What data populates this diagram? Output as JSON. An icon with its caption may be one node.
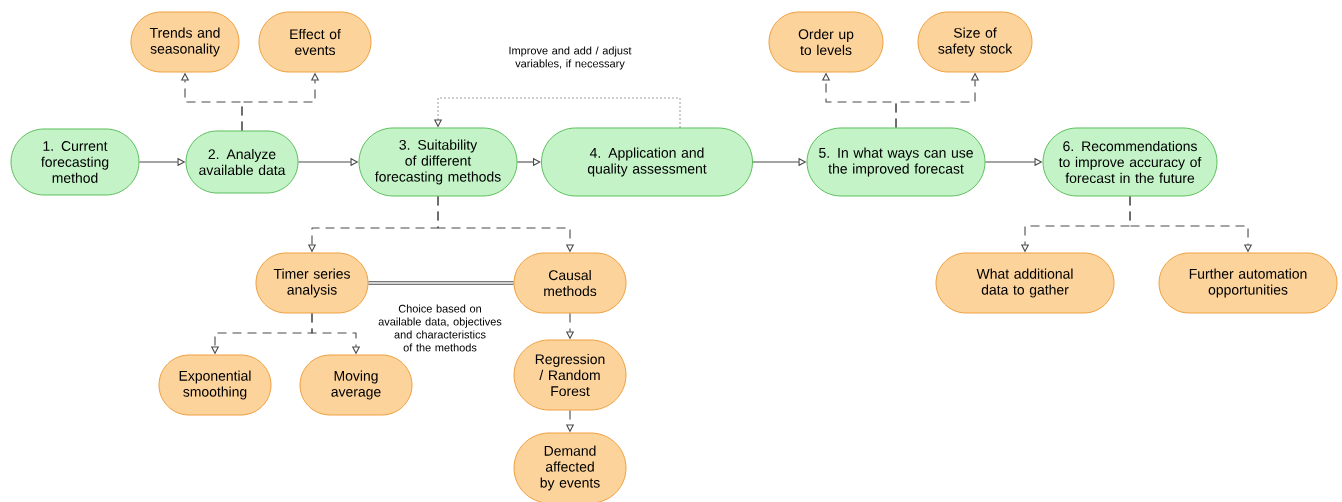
{
  "diagram": {
    "nodes": [
      {
        "text": [
          "1. Current forecasting method"
        ]
      },
      {
        "text": [
          "2. Analyze available data"
        ]
      },
      {
        "text": [
          "3. Suitability of different forecasting methods"
        ]
      },
      {
        "text": [
          "4. Application and quality assessment"
        ]
      },
      {
        "text": [
          "5. In what ways can use the improved forecast"
        ]
      },
      {
        "text": [
          "6. Recommendations to improve accuracy of forecast in the future"
        ]
      },
      {
        "text": [
          "Trends and seasonality"
        ]
      },
      {
        "text": [
          "Effect of events"
        ]
      },
      {
        "text": [
          "Order up to levels"
        ]
      },
      {
        "text": [
          "Size of safety stock"
        ]
      },
      {
        "text": [
          "Timer series analysis"
        ]
      },
      {
        "text": [
          "Causal methods"
        ]
      },
      {
        "text": [
          "Exponential smoothing"
        ]
      },
      {
        "text": [
          "Moving average"
        ]
      },
      {
        "text": [
          "Regression / Random Forest"
        ]
      },
      {
        "text": [
          "Demand affected by events"
        ]
      },
      {
        "text": [
          "What additional data to gather"
        ]
      },
      {
        "text": [
          "Further automation opportunities"
        ]
      }
    ],
    "edges": [
      {
        "from": 0,
        "to": 1,
        "arrow": "to"
      },
      {
        "from": 1,
        "to": 2,
        "arrow": "to"
      },
      {
        "from": 2,
        "to": 3,
        "arrow": "to"
      },
      {
        "from": 3,
        "to": 4,
        "arrow": "to"
      },
      {
        "from": 4,
        "to": 5,
        "arrow": "to"
      },
      {
        "from": 1,
        "to": 6,
        "arrow": "to",
        "style": "dashed"
      },
      {
        "from": 1,
        "to": 7,
        "arrow": "to",
        "style": "dashed"
      },
      {
        "from": 3,
        "to": 2,
        "arrow": "to",
        "style": "dashed",
        "label": "Improve and add / adjust variables, if necessary"
      },
      {
        "from": 4,
        "to": 8,
        "arrow": "to",
        "style": "dashed"
      },
      {
        "from": 4,
        "to": 9,
        "arrow": "to",
        "style": "dashed"
      },
      {
        "from": 2,
        "to": 10,
        "arrow": "to",
        "style": "dashed"
      },
      {
        "from": 2,
        "to": 11,
        "arrow": "to",
        "style": "dashed"
      },
      {
        "from": 10,
        "to": 11,
        "arrow": "none",
        "style": "thick",
        "label": "Choice based on available data, objectives and characteristics of the methods"
      },
      {
        "from": 10,
        "to": 12,
        "arrow": "to",
        "style": "dashed"
      },
      {
        "from": 10,
        "to": 13,
        "arrow": "to",
        "style": "dashed"
      },
      {
        "from": 11,
        "to": 14,
        "arrow": "to",
        "style": "dashed"
      },
      {
        "from": 14,
        "to": 15,
        "arrow": "to",
        "style": "dashed"
      },
      {
        "from": 5,
        "to": 16,
        "arrow": "to",
        "style": "dashed"
      },
      {
        "from": 5,
        "to": 17,
        "arrow": "to",
        "style": "dashed"
      }
    ]
  }
}
